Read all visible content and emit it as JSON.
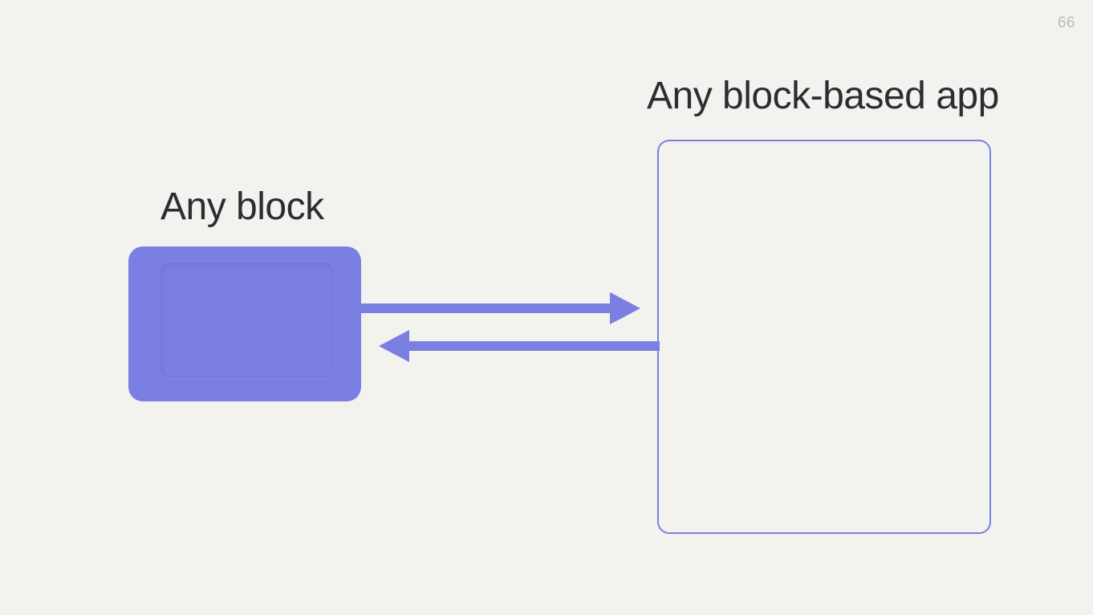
{
  "slide": {
    "background_color": "#f2f3ee",
    "page_number": "66",
    "page_number_color": "#bcbcb7"
  },
  "labels": {
    "block_label": "Any block",
    "app_label": "Any block-based app",
    "text_color": "#2b2d33"
  },
  "block": {
    "name": "Any block",
    "fill_color": "#7b7fe2",
    "corner_radius": "18px"
  },
  "app_frame": {
    "name": "Any block-based app",
    "border_color": "#7b7fe2",
    "fill": "none",
    "corner_radius": "15px"
  },
  "connectors": [
    {
      "id": "block-to-app",
      "direction": "right",
      "from": "Any block",
      "to": "Any block-based app",
      "color": "#7b7fe2"
    },
    {
      "id": "app-to-block",
      "direction": "left",
      "from": "Any block-based app",
      "to": "Any block",
      "color": "#7b7fe2"
    }
  ]
}
